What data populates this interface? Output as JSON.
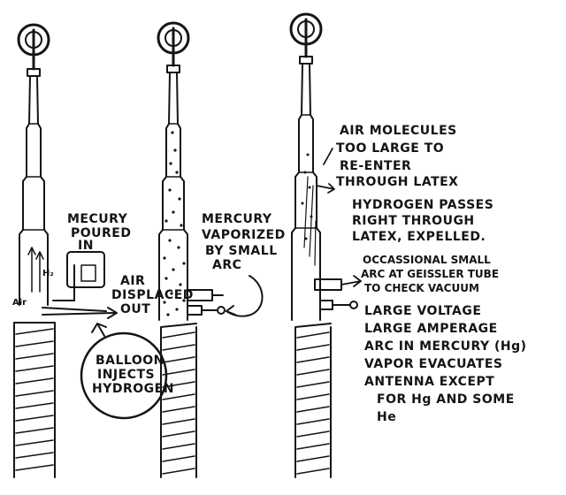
{
  "stages": [
    {
      "id": "stage-1",
      "labels": {
        "mercury": [
          "MECURY",
          "POURED",
          "IN"
        ],
        "air": [
          "AIR",
          "DISPLACED",
          "OUT"
        ],
        "balloon": [
          "BALLOON",
          "INJECTS",
          "HYDROGEN"
        ],
        "arrow_left": "Air",
        "arrow_right": "H₂"
      }
    },
    {
      "id": "stage-2",
      "labels": {
        "vapor": [
          "MERCURY",
          "VAPORIZED",
          "BY SMALL",
          "ARC"
        ]
      }
    },
    {
      "id": "stage-3",
      "labels": {
        "air_molecules": [
          "AIR MOLECULES",
          "TOO LARGE TO",
          "RE-ENTER",
          "THROUGH LATEX"
        ],
        "hydrogen": [
          "HYDROGEN PASSES",
          "RIGHT THROUGH",
          "LATEX, EXPELLED."
        ],
        "occasional": [
          "OCCASSIONAL SMALL",
          "ARC AT GEISSLER TUBE",
          "TO CHECK VACUUM"
        ],
        "large": [
          "LARGE VOLTAGE",
          "LARGE AMPERAGE",
          "ARC IN MERCURY (Hg)",
          "VAPOR EVACUATES",
          "ANTENNA EXCEPT",
          "FOR Hg AND SOME",
          "He"
        ]
      }
    }
  ],
  "colors": {
    "ink": "#141414",
    "paper": "#ffffff"
  }
}
